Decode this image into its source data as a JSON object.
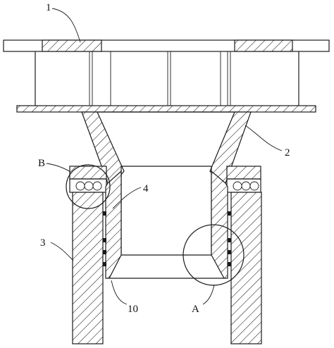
{
  "labels": {
    "part_1": "1",
    "part_2": "2",
    "part_3": "3",
    "part_4": "4",
    "part_10": "10",
    "detail_a": "A",
    "detail_b": "B"
  },
  "colors": {
    "line": "#1a1a1a",
    "background": "#ffffff"
  }
}
